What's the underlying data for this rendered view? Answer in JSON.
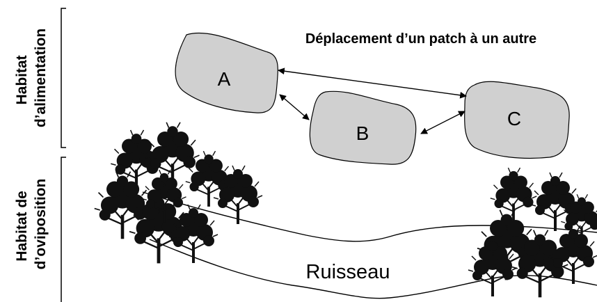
{
  "title": "Déplacement d’un patch à un autre",
  "habitats": {
    "feeding": {
      "line1": "Habitat",
      "line2": "d’alimentation"
    },
    "oviposition": {
      "line1": "Habitat de",
      "line2": "d’oviposition"
    }
  },
  "patches": [
    {
      "id": "A",
      "label": "A"
    },
    {
      "id": "B",
      "label": "B"
    },
    {
      "id": "C",
      "label": "C"
    }
  ],
  "movements": [
    {
      "from": "A",
      "to": "C"
    },
    {
      "from": "A",
      "to": "B"
    },
    {
      "from": "B",
      "to": "C"
    }
  ],
  "stream_label": "Ruisseau",
  "colors": {
    "patch_fill": "#d0d0d0",
    "patch_stroke": "#000000",
    "tree": "#111111"
  }
}
